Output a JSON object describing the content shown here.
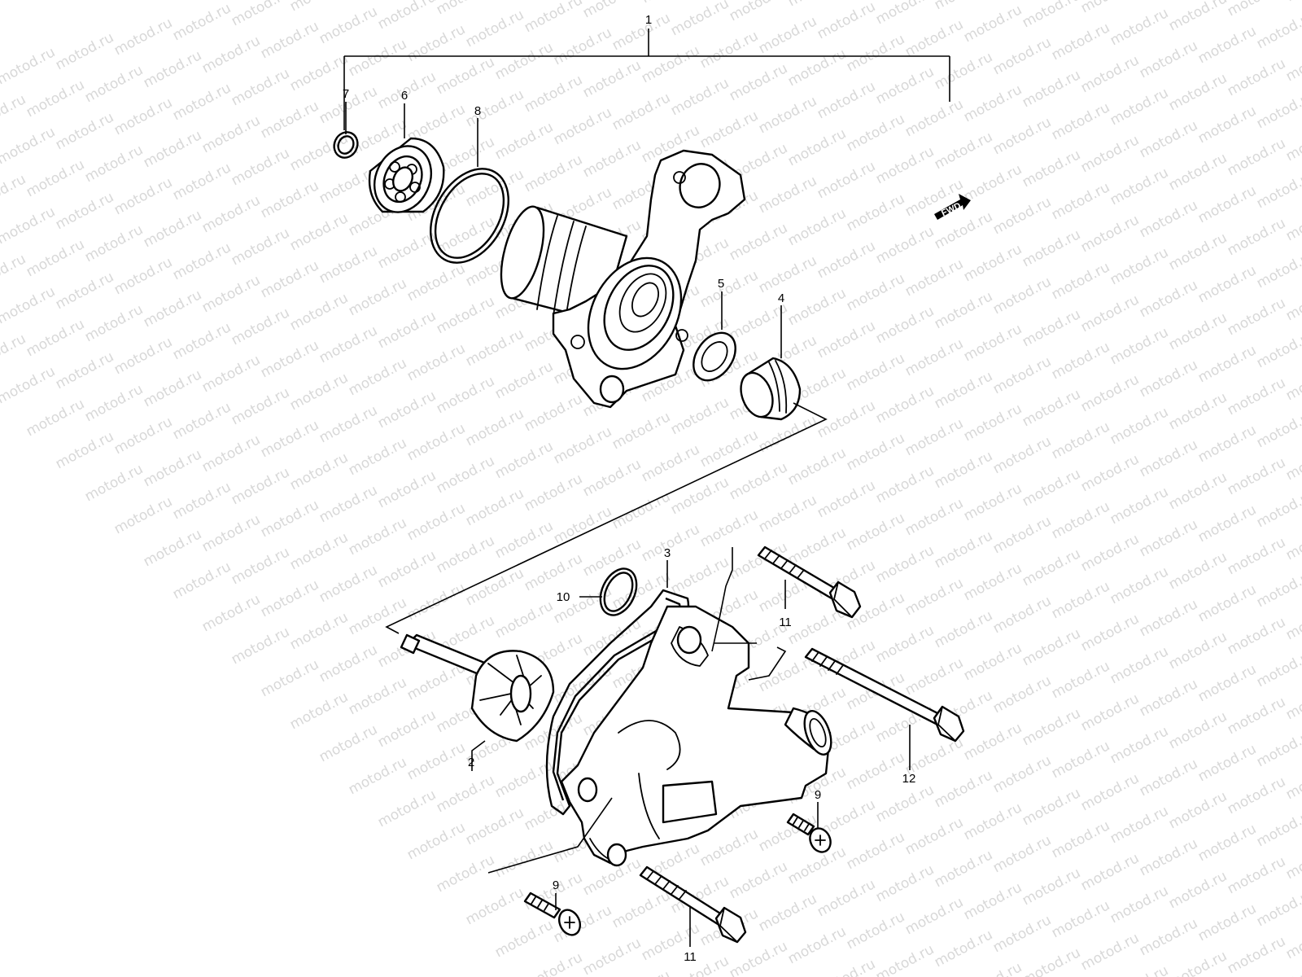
{
  "watermark": {
    "text": "motod.ru"
  },
  "callouts": {
    "c1": "1",
    "c2": "2",
    "c3": "3",
    "c4": "4",
    "c5": "5",
    "c6": "6",
    "c7": "7",
    "c8": "8",
    "c9a": "9",
    "c9b": "9",
    "c10": "10",
    "c11a": "11",
    "c11b": "11",
    "c12": "12"
  },
  "direction_arrow": {
    "label": "FWD",
    "icon": "fwd-arrow-icon"
  }
}
